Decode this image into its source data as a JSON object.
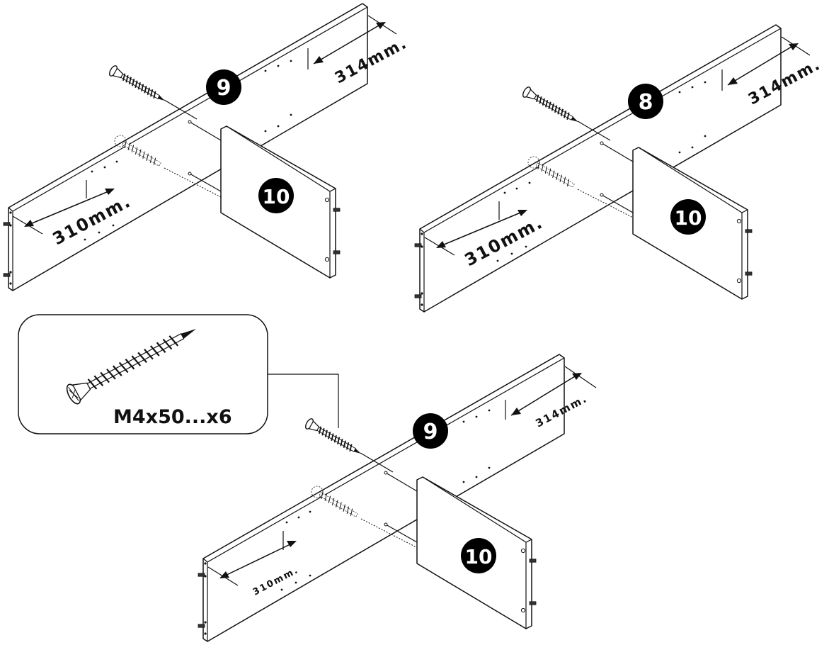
{
  "assemblies": [
    {
      "panel_number": "9",
      "shelf_number": "10",
      "dim_top": "314mm.",
      "dim_bottom": "310mm."
    },
    {
      "panel_number": "8",
      "shelf_number": "10",
      "dim_top": "314mm.",
      "dim_bottom": "310mm."
    },
    {
      "panel_number": "9",
      "shelf_number": "10",
      "dim_top": "314mm.",
      "dim_bottom": "310mm."
    }
  ],
  "hardware_callout": {
    "label": "M4x50...x6",
    "icon": "screw-icon"
  },
  "colors": {
    "line": "#111111",
    "badge": "#000000",
    "background": "#ffffff"
  }
}
